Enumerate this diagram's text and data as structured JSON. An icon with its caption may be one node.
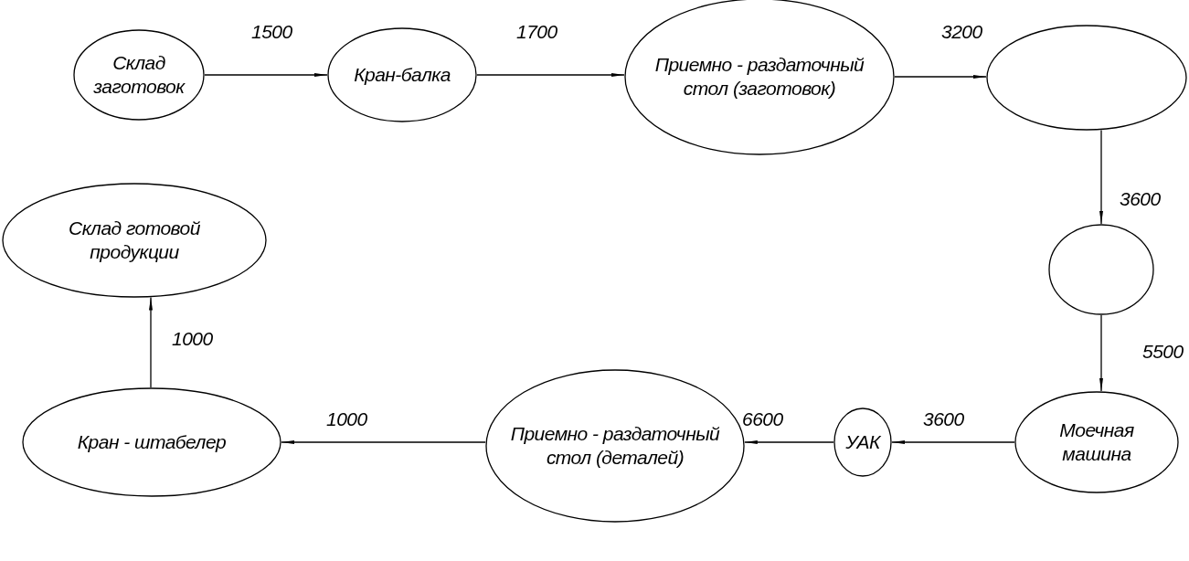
{
  "diagram": {
    "nodes": [
      {
        "text": [
          "Склад заготовок"
        ]
      },
      {
        "text": [
          "Кран-балка"
        ]
      },
      {
        "text": [
          "Приемно - раздаточный стол (заготовок)"
        ]
      },
      {
        "text": [],
        "shape": "circle"
      },
      {
        "text": [],
        "shape": "circle"
      },
      {
        "text": [
          "Моечная машина"
        ]
      },
      {
        "text": [
          "УАК"
        ]
      },
      {
        "text": [
          "Приемно - раздаточный стол (деталей)"
        ]
      },
      {
        "text": [
          "Кран - штабелер"
        ]
      },
      {
        "text": [
          "Склад готовой продукции"
        ]
      }
    ],
    "edges": [
      {
        "from": 0,
        "to": 1,
        "arrow": "to",
        "label": "1500"
      },
      {
        "from": 1,
        "to": 2,
        "arrow": "to",
        "label": "1700"
      },
      {
        "from": 2,
        "to": 3,
        "arrow": "to",
        "label": "3200"
      },
      {
        "from": 3,
        "to": 4,
        "arrow": "to",
        "label": "3600"
      },
      {
        "from": 4,
        "to": 5,
        "arrow": "to",
        "label": "5500"
      },
      {
        "from": 5,
        "to": 6,
        "arrow": "to",
        "label": "3600"
      },
      {
        "from": 6,
        "to": 7,
        "arrow": "to",
        "label": "6600"
      },
      {
        "from": 7,
        "to": 8,
        "arrow": "to",
        "label": "1000"
      },
      {
        "from": 8,
        "to": 9,
        "arrow": "to",
        "label": "1000"
      }
    ]
  }
}
